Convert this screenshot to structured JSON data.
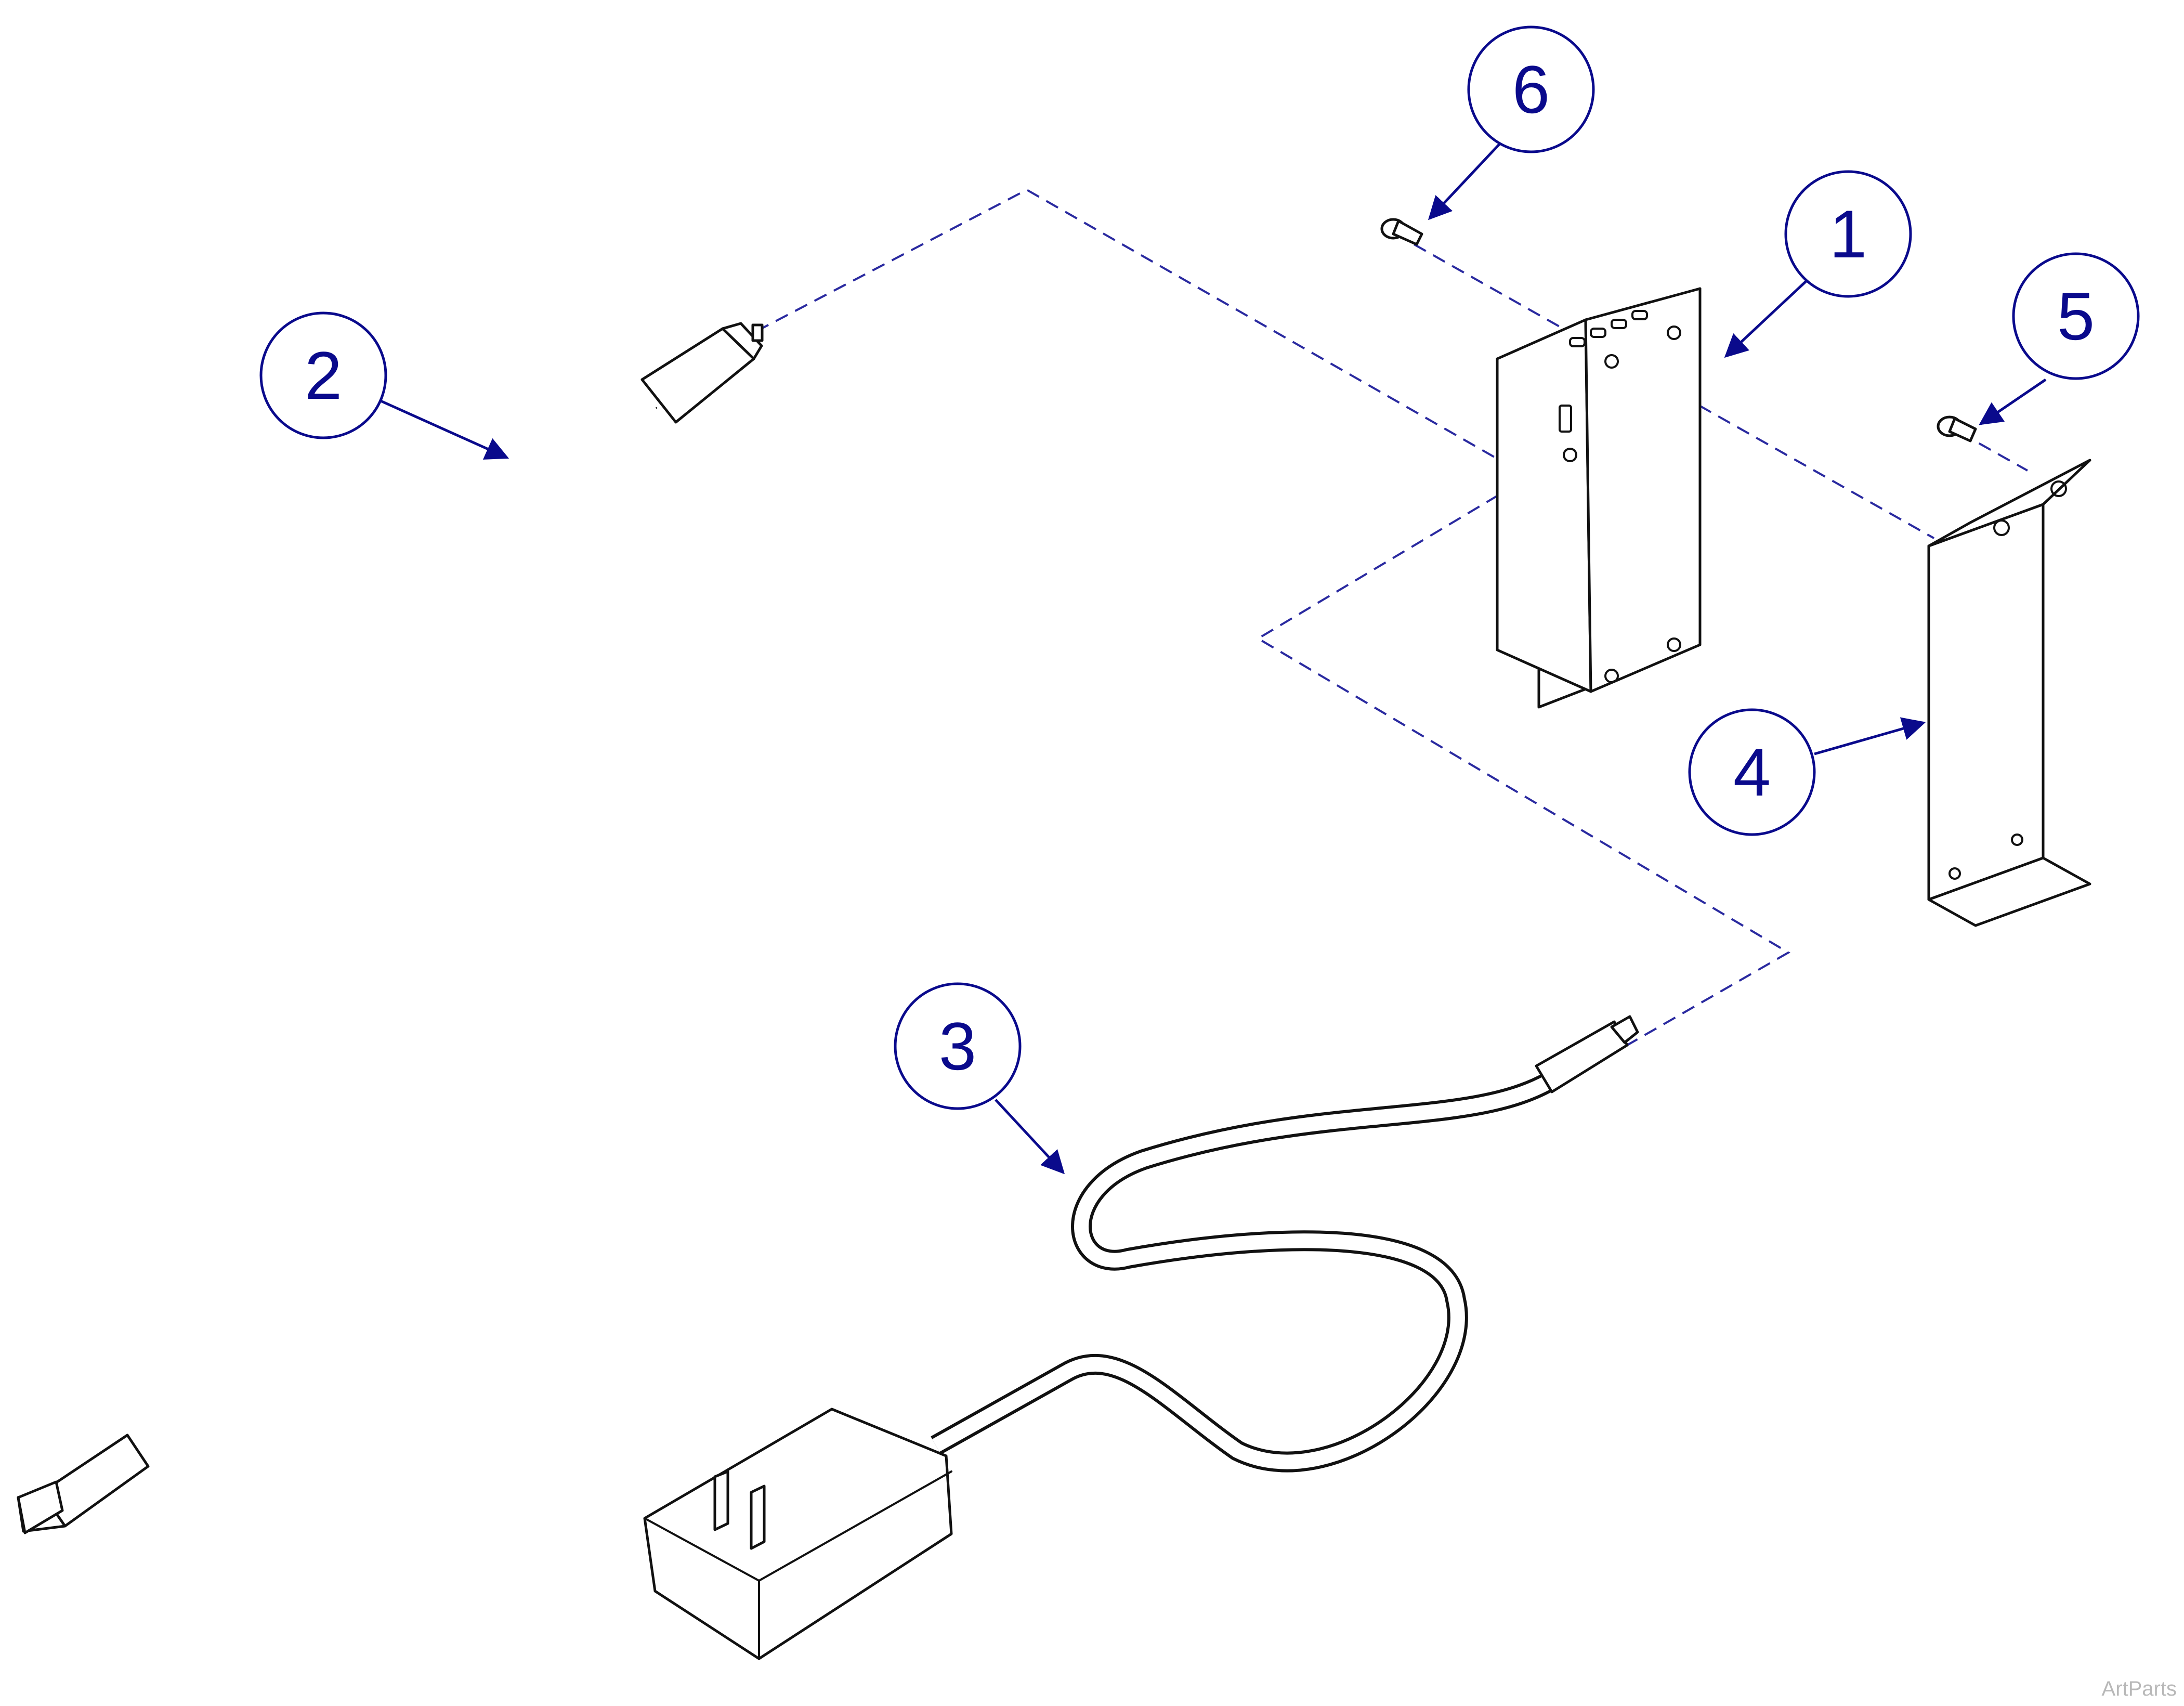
{
  "callouts": [
    {
      "id": "1",
      "label": "1"
    },
    {
      "id": "2",
      "label": "2"
    },
    {
      "id": "3",
      "label": "3"
    },
    {
      "id": "4",
      "label": "4"
    },
    {
      "id": "5",
      "label": "5"
    },
    {
      "id": "6",
      "label": "6"
    }
  ],
  "watermark": "ArtParts",
  "colors": {
    "callout": "#0a0a8c",
    "line": "#111111",
    "dash": "#2a2aa0",
    "watermark": "#b8b8b8"
  }
}
